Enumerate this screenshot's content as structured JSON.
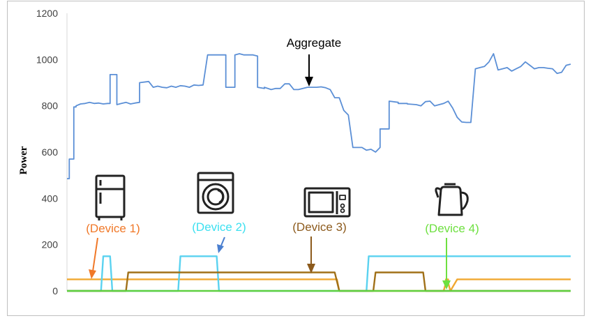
{
  "chart_data": {
    "type": "line",
    "title": "",
    "xlabel": "",
    "ylabel": "Power",
    "ylim": [
      0,
      1200
    ],
    "xlim": [
      0,
      222
    ],
    "yticks": [
      0,
      200,
      400,
      600,
      800,
      1000,
      1200
    ],
    "grid": false,
    "colors": {
      "Aggregate": "#5b8fd6",
      "Device 1": "#f0a830",
      "Device 2": "#5ad2f0",
      "Device 3": "#a07018",
      "Device 4": "#5fd040",
      "Device 1 label": "#f07828",
      "Device 2 label": "#3ce0f0",
      "Device 3 label": "#8c5a1c",
      "Device 4 label": "#6ee040",
      "Device 2 arrow": "#4a7fd0"
    },
    "series": [
      {
        "name": "Aggregate",
        "x": [
          0,
          1,
          1,
          3,
          3,
          4,
          4,
          6,
          8,
          10,
          12,
          14,
          16,
          18,
          19,
          19,
          22,
          22,
          24,
          26,
          28,
          30,
          32,
          32,
          36,
          38,
          38,
          40,
          42,
          44,
          46,
          48,
          50,
          52,
          54,
          56,
          58,
          60,
          62,
          64,
          66,
          68,
          70,
          70,
          74,
          74,
          76,
          78,
          80,
          82,
          84,
          84,
          87,
          87,
          90,
          92,
          94,
          96,
          98,
          100,
          102,
          104,
          106,
          108,
          110,
          112,
          114,
          116,
          118,
          120,
          122,
          124,
          126,
          128,
          130,
          132,
          134,
          136,
          138,
          138,
          140,
          142,
          142,
          146,
          146,
          148,
          150,
          150,
          154,
          156,
          158,
          160,
          162,
          164,
          166,
          168,
          170,
          172,
          174,
          176,
          178,
          180,
          182,
          184,
          186,
          188,
          190,
          192,
          194,
          196,
          198,
          200,
          202,
          204,
          206,
          208,
          210,
          212,
          214,
          216,
          218,
          220,
          222
        ],
        "values": [
          485,
          485,
          570,
          570,
          795,
          795,
          800,
          808,
          810,
          815,
          810,
          812,
          808,
          810,
          810,
          935,
          935,
          805,
          810,
          815,
          808,
          812,
          815,
          900,
          905,
          880,
          880,
          885,
          880,
          878,
          885,
          880,
          887,
          885,
          880,
          890,
          888,
          890,
          1020,
          1020,
          1020,
          1020,
          1020,
          880,
          880,
          1020,
          1025,
          1020,
          1020,
          1020,
          1015,
          880,
          875,
          880,
          870,
          875,
          875,
          895,
          895,
          870,
          870,
          875,
          880,
          880,
          880,
          882,
          878,
          870,
          835,
          835,
          780,
          760,
          620,
          620,
          620,
          608,
          612,
          600,
          620,
          700,
          700,
          700,
          820,
          815,
          810,
          810,
          810,
          808,
          805,
          800,
          818,
          820,
          800,
          805,
          810,
          820,
          790,
          750,
          730,
          728,
          728,
          960,
          965,
          970,
          990,
          1025,
          955,
          960,
          965,
          950,
          960,
          970,
          990,
          975,
          960,
          965,
          965,
          962,
          960,
          940,
          945,
          975,
          980
        ]
      },
      {
        "name": "Device 1",
        "x": [
          0,
          119,
          120,
          122,
          166,
          166,
          167,
          167,
          168,
          168,
          169,
          172,
          222
        ],
        "values": [
          50,
          50,
          0,
          0,
          0,
          0,
          35,
          50,
          50,
          35,
          0,
          50,
          50
        ]
      },
      {
        "name": "Device 2",
        "x": [
          0,
          15,
          16,
          19,
          20,
          49,
          50,
          66,
          67,
          119,
          122,
          132,
          133,
          222
        ],
        "values": [
          0,
          0,
          150,
          150,
          0,
          0,
          150,
          150,
          0,
          0,
          0,
          0,
          150,
          150
        ]
      },
      {
        "name": "Device 3",
        "x": [
          0,
          26,
          27,
          118,
          120,
          135,
          136,
          157,
          158,
          222
        ],
        "values": [
          0,
          0,
          80,
          80,
          0,
          0,
          80,
          80,
          0,
          0
        ]
      },
      {
        "name": "Device 4",
        "x": [
          0,
          222
        ],
        "values": [
          0,
          0
        ]
      }
    ],
    "annotations": [
      {
        "text": "Aggregate",
        "target_series": "Aggregate"
      },
      {
        "text": "(Device 1)",
        "target_series": "Device 1"
      },
      {
        "text": "(Device 2)",
        "target_series": "Device 2"
      },
      {
        "text": "(Device 3)",
        "target_series": "Device 3"
      },
      {
        "text": "(Device 4)",
        "target_series": "Device 4"
      }
    ],
    "icons": [
      {
        "name": "refrigerator-icon",
        "series": "Device 1"
      },
      {
        "name": "washing-machine-icon",
        "series": "Device 2"
      },
      {
        "name": "microwave-icon",
        "series": "Device 3"
      },
      {
        "name": "kettle-icon",
        "series": "Device 4"
      }
    ]
  }
}
